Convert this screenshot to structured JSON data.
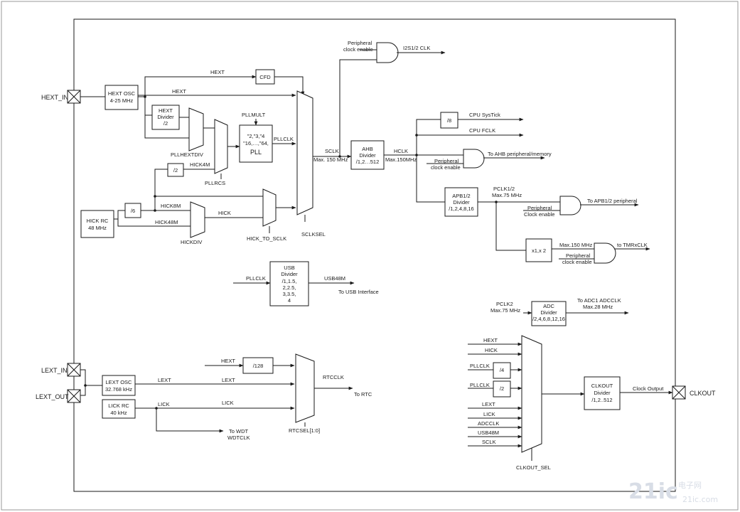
{
  "ports": {
    "hext_in": "HEXT_IN",
    "lext_in": "LEXT_IN",
    "lext_out": "LEXT_OUT",
    "clkout": "CLKOUT"
  },
  "blocks": {
    "hext_osc": [
      "HEXT OSC",
      "4-25 MHz"
    ],
    "hext_divider": [
      "HEXT",
      "Divider",
      "/2"
    ],
    "cfd": "CFD",
    "pll": [
      "PLLMULT",
      "\"2,\"3,\"4",
      "\"16,…,\"64,",
      "PLL"
    ],
    "div2": "/2",
    "div6": "/6",
    "hick_rc": [
      "HICK RC",
      "48 MHz"
    ],
    "ahb": [
      "AHB",
      "Divider",
      "/1,2…512"
    ],
    "div8": "/8",
    "apb": [
      "APB1/2",
      "Divider",
      "/1,2,4,8,16"
    ],
    "x1x2": "x1,x 2",
    "usb": [
      "USB",
      "Divider",
      "/1,1.5,",
      "2,2.5,",
      "3,3.5,",
      "4"
    ],
    "adc": [
      "ADC",
      "Divider",
      "/2,4,6,8,12,16"
    ],
    "lext_osc": [
      "LEXT OSC",
      "32.768 kHz"
    ],
    "lick_rc": [
      "LICK RC",
      "40 kHz"
    ],
    "div128": "/128",
    "div4": "/4",
    "div2b": "/2",
    "clkout_div": [
      "CLKOUT",
      "Divider",
      "/1,2..512"
    ]
  },
  "labels": {
    "hext_top": "HEXT",
    "hext_mid": "HEXT",
    "pllhextdiv": "PLLHEXTDIV",
    "pllrcs": "PLLRCS",
    "pllclk": "PLLCLK",
    "hick4m": "HICK4M",
    "hick8m": "HICK8M",
    "hick48m": "HICK48M",
    "hick": "HICK",
    "hickdiv": "HICKDIV",
    "hick_to_sclk": "HICK_TO_SCLK",
    "sclksel": "SCLKSEL",
    "sclk": "SCLK",
    "sclk_max": "Max. 150 MHz",
    "hclk": "HCLK",
    "hclk_max": "Max.150MHz",
    "periph_en1": [
      "Peripheral",
      "clock enable"
    ],
    "i2s": "I2S1/2 CLK",
    "cpu_systick": "CPU SysTick",
    "cpu_fclk": "CPU FCLK",
    "periph_en2": [
      "Peripheral",
      "clock enable"
    ],
    "to_ahb": "To AHB peripheral/memory",
    "pclk12": [
      "PCLK1/2",
      "Max.75 MHz"
    ],
    "periph_en3": [
      "Peripheral",
      "Clock enable"
    ],
    "to_apb": "To APB1/2 peripheral",
    "max150": "Max.150 MHz",
    "periph_en4": [
      "Peripheral",
      "clock enable"
    ],
    "to_tmr": "to TMRxCLK",
    "usb_pllclk": "PLLCLK",
    "usb48m": "USB48M",
    "to_usb": "To USB Interface",
    "pclk2": [
      "PCLK2",
      "Max.75 MHz"
    ],
    "to_adc": [
      "To ADC1 ADCCLK",
      "Max.28 MHz"
    ],
    "rtc_hext": "HEXT",
    "lext1": "LEXT",
    "lext2": "LEXT",
    "lick1": "LICK",
    "lick2": "LICK",
    "rtcclk": "RTCCLK",
    "to_rtc": "To RTC",
    "rtcsel": "RTCSEL[1:0]",
    "to_wdt": [
      "To WDT",
      "WDTCLK"
    ],
    "co_hext": "HEXT",
    "co_hick": "HICK",
    "co_pllclk1": "PLLCLK",
    "co_pllclk2": "PLLCLK",
    "co_lext": "LEXT",
    "co_lick": "LICK",
    "co_adcclk": "ADCCLK",
    "co_usb48m": "USB48M",
    "co_sclk": "SCLK",
    "clock_output": "Clock Output",
    "clkout_sel": "CLKOUT_SEL"
  },
  "watermark": {
    "main": "21ic",
    "cn": "电子网",
    "domain": "21ic.com"
  }
}
